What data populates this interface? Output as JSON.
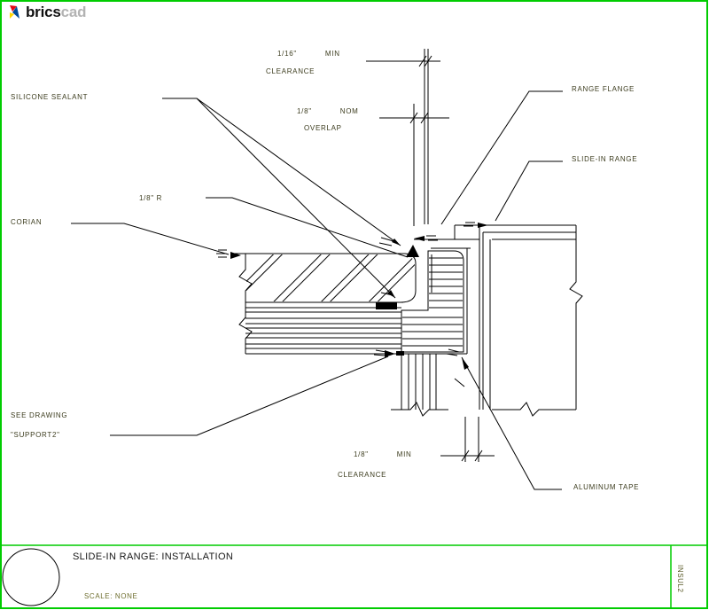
{
  "logo": {
    "brand_primary": "brics",
    "brand_secondary": "cad"
  },
  "drawing": {
    "labels": {
      "silicone_sealant": "SILICONE SEALANT",
      "radius": "1/8\" R",
      "corian": "CORIAN",
      "range_flange": "RANGE FLANGE",
      "slide_in_range": "SLIDE-IN RANGE",
      "see_drawing_line1": "SEE DRAWING",
      "see_drawing_line2": "\"SUPPORT2\"",
      "aluminum_tape": "ALUMINUM TAPE"
    },
    "dimensions": {
      "top_clearance": {
        "value": "1/16\"",
        "qualifier": "MIN",
        "caption": "CLEARANCE"
      },
      "overlap": {
        "value": "1/8\"",
        "qualifier": "NOM",
        "caption": "OVERLAP"
      },
      "bottom_clearance": {
        "value": "1/8\"",
        "qualifier": "MIN",
        "caption": "CLEARANCE"
      }
    }
  },
  "title_block": {
    "title": "SLIDE-IN RANGE: INSTALLATION",
    "scale": "SCALE: NONE",
    "sheet_code": "INSUL2"
  },
  "colors": {
    "sheet_border": "#00cc00",
    "line": "#000000",
    "label_text": "#3c3c1e",
    "logo_primary": "#111111",
    "logo_secondary": "#b3b3b3",
    "logo_icon_red": "#e30613",
    "logo_icon_blue": "#004a99",
    "logo_icon_yellow": "#ffd500"
  }
}
